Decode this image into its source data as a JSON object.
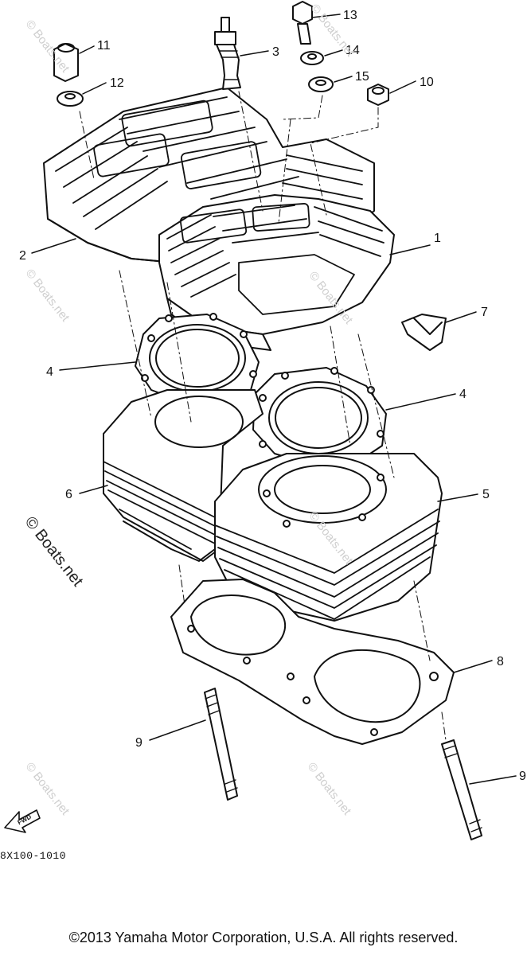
{
  "diagram": {
    "callouts": [
      {
        "id": "c1",
        "label": "1"
      },
      {
        "id": "c2",
        "label": "2"
      },
      {
        "id": "c3",
        "label": "3"
      },
      {
        "id": "c4a",
        "label": "4"
      },
      {
        "id": "c4b",
        "label": "4"
      },
      {
        "id": "c5",
        "label": "5"
      },
      {
        "id": "c6",
        "label": "6"
      },
      {
        "id": "c7",
        "label": "7"
      },
      {
        "id": "c8",
        "label": "8"
      },
      {
        "id": "c9a",
        "label": "9"
      },
      {
        "id": "c9b",
        "label": "9"
      },
      {
        "id": "c10",
        "label": "10"
      },
      {
        "id": "c11",
        "label": "11"
      },
      {
        "id": "c12",
        "label": "12"
      },
      {
        "id": "c13",
        "label": "13"
      },
      {
        "id": "c14",
        "label": "14"
      },
      {
        "id": "c15",
        "label": "15"
      }
    ],
    "fwd_label": "FWD",
    "part_code": "8X100-1010",
    "watermark": "© Boats.net"
  },
  "footer": {
    "copyright": "©2013 Yamaha Motor Corporation, U.S.A. All rights reserved."
  },
  "colors": {
    "ink": "#111111",
    "watermark": "#cfcfcf",
    "background": "#ffffff"
  }
}
